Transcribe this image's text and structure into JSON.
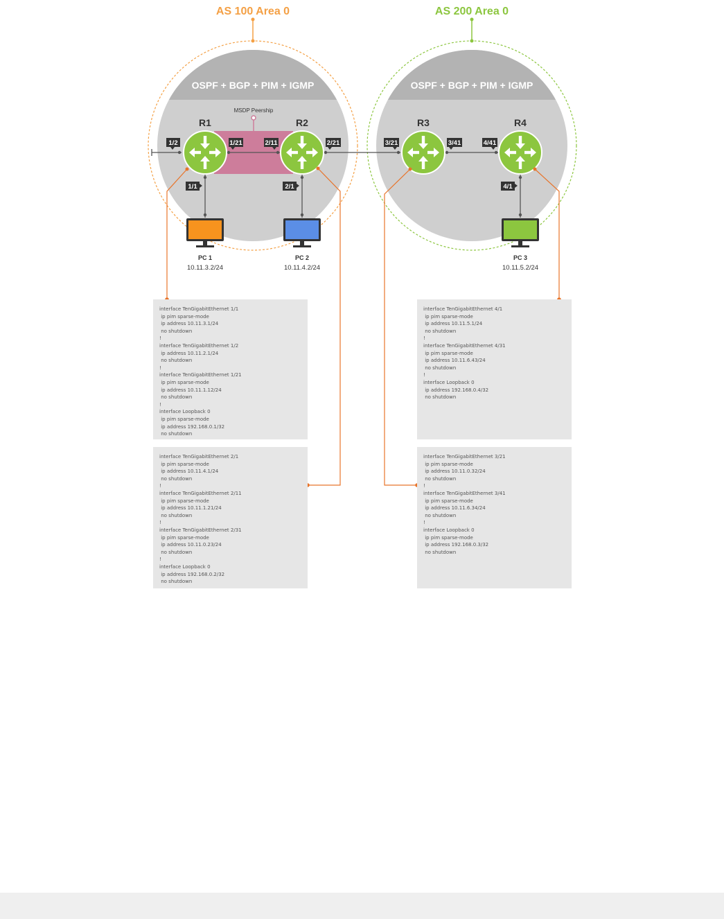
{
  "areas": [
    {
      "title": "AS 100 Area 0",
      "color": "#f4a045",
      "band": "OSPF + BGP + PIM + IGMP"
    },
    {
      "title": "AS 200 Area 0",
      "color": "#8cc63f",
      "band": "OSPF + BGP + PIM + IGMP"
    }
  ],
  "msdp_label": "MSDP Peership",
  "routers": [
    "R1",
    "R2",
    "R3",
    "R4"
  ],
  "ports": [
    "1/2",
    "1/21",
    "2/11",
    "2/21",
    "3/21",
    "3/41",
    "4/41",
    "1/1",
    "2/1",
    "4/1"
  ],
  "pcs": [
    {
      "label": "PC 1",
      "ip": "10.11.3.2/24",
      "color": "#f7931e"
    },
    {
      "label": "PC 2",
      "ip": "10.11.4.2/24",
      "color": "#5b8ee6"
    },
    {
      "label": "PC 3",
      "ip": "10.11.5.2/24",
      "color": "#8cc63f"
    }
  ],
  "colors": {
    "router": "#8cc63f",
    "leader": "#e8742a",
    "msdp": "#cd7d9b",
    "circle": "#cfcfcf",
    "band": "#b3b3b3"
  },
  "configs": [
    {
      "id": "r1",
      "lines": [
        "interface TenGigabitEthernet 1/1",
        " ip pim sparse-mode",
        " ip address 10.11.3.1/24",
        " no shutdown",
        "!",
        "interface TenGigabitEthernet 1/2",
        " ip address 10.11.2.1/24",
        " no shutdown",
        "!",
        "interface TenGigabitEthernet 1/21",
        " ip pim sparse-mode",
        " ip address 10.11.1.12/24",
        " no shutdown",
        "!",
        "interface Loopback 0",
        " ip pim sparse-mode",
        " ip address 192.168.0.1/32",
        " no shutdown"
      ]
    },
    {
      "id": "r2",
      "lines": [
        "interface TenGigabitEthernet 2/1",
        " ip pim sparse-mode",
        " ip address 10.11.4.1/24",
        " no shutdown",
        "!",
        "interface TenGigabitEthernet 2/11",
        " ip pim sparse-mode",
        " ip address 10.11.1.21/24",
        " no shutdown",
        "!",
        "interface TenGigabitEthernet 2/31",
        " ip pim sparse-mode",
        " ip address 10.11.0.23/24",
        " no shutdown",
        "!",
        "interface Loopback 0",
        " ip address 192.168.0.2/32",
        " no shutdown"
      ]
    },
    {
      "id": "r4",
      "lines": [
        "interface TenGigabitEthernet 4/1",
        " ip pim sparse-mode",
        " ip address 10.11.5.1/24",
        " no shutdown",
        "!",
        "interface TenGigabitEthernet 4/31",
        " ip pim sparse-mode",
        " ip address 10.11.6.43/24",
        " no shutdown",
        "!",
        "interface Loopback 0",
        " ip address 192.168.0.4/32",
        " no shutdown"
      ]
    },
    {
      "id": "r3",
      "lines": [
        "interface TenGigabitEthernet 3/21",
        " ip pim sparse-mode",
        " ip address 10.11.0.32/24",
        " no shutdown",
        "!",
        "interface TenGigabitEthernet 3/41",
        " ip pim sparse-mode",
        " ip address 10.11.6.34/24",
        " no shutdown",
        "!",
        "interface Loopback 0",
        " ip pim sparse-mode",
        " ip address 192.168.0.3/32",
        " no shutdown"
      ]
    }
  ]
}
